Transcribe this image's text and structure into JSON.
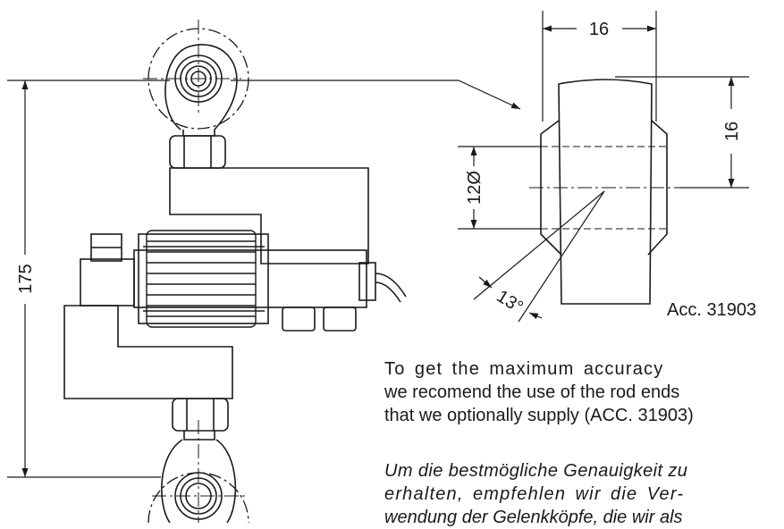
{
  "dimensions": {
    "overall_height": "175",
    "rod_end_width": "16",
    "rod_end_height": "16",
    "bore_diameter": "12Ø",
    "tilt_angle": "13°"
  },
  "accessory_label": "Acc. 31903",
  "note_en": {
    "line1": "To get the maximum accuracy",
    "line2": "we recomend the use of the rod ends",
    "line3": "that we optionally supply (ACC. 31903)"
  },
  "note_de": {
    "line1": "Um die bestmögliche Genauigkeit zu",
    "line2": "erhalten, empfehlen wir die Ver-",
    "line3": "wendung der Gelenkköpfe, die wir als"
  }
}
